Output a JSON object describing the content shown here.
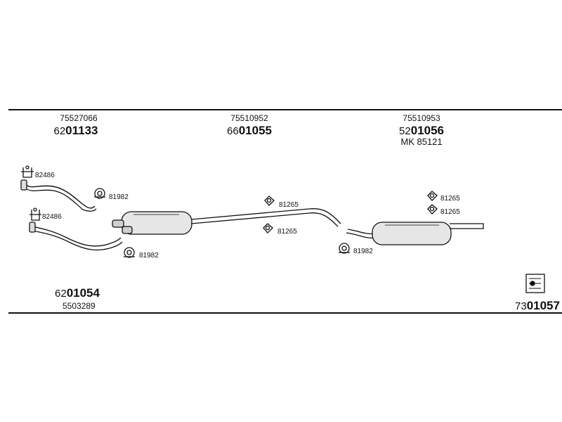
{
  "groups": {
    "front": {
      "ref": "75527066",
      "prefix": "62",
      "number": "01133"
    },
    "middle": {
      "ref": "75510952",
      "prefix": "66",
      "number": "01055"
    },
    "rear": {
      "ref": "75510953",
      "prefix": "52",
      "number": "01056",
      "mk": "MK 85121"
    },
    "bottom_left": {
      "prefix": "62",
      "number": "01054",
      "ref": "5503289"
    },
    "bottom_right": {
      "prefix": "73",
      "number": "01057"
    }
  },
  "parts": {
    "clamp_top": "82486",
    "clamp_bottom": "82486",
    "seal_1": "81982",
    "seal_2": "81982",
    "seal_3": "81982",
    "rubber_mid_1": "81265",
    "rubber_mid_2": "81265",
    "rubber_rear_1": "81265",
    "rubber_rear_2": "81265"
  },
  "icons": {
    "fitting_kit": "fitting-instructions-icon"
  }
}
